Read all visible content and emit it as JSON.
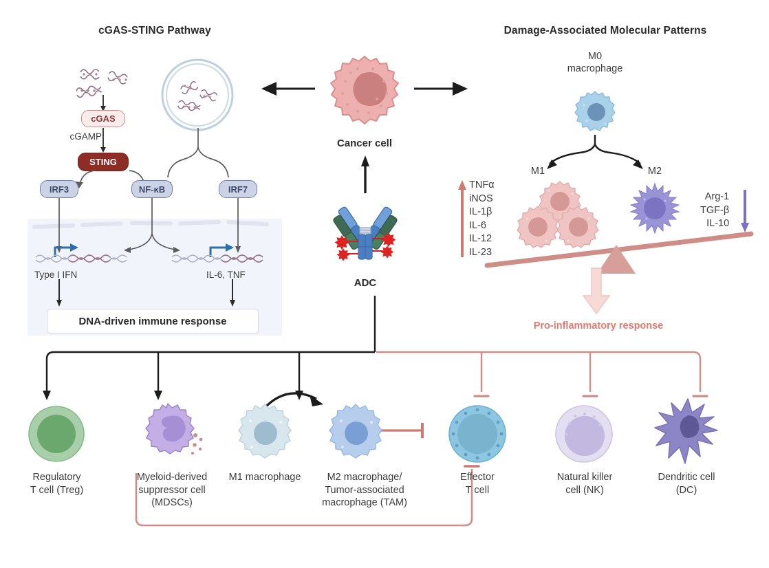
{
  "panels": {
    "left_title": "cGAS-STING Pathway",
    "right_title": "Damage-Associated Molecular Patterns"
  },
  "cgas_sting": {
    "cgas_label": "cGAS",
    "cgamp_label": "cGAMP",
    "sting_label": "STING",
    "tf_irf3": "IRF3",
    "tf_nfkb": "NF-κB",
    "tf_irf7": "IRF7",
    "gene_left": "Type I IFN",
    "gene_right": "IL-6, TNF",
    "outcome": "DNA-driven immune response",
    "colors": {
      "cgas_fill": "#fbecec",
      "cgas_stroke": "#c98f8f",
      "cgas_text": "#8c3a3a",
      "sting_fill": "#8e2c26",
      "sting_stroke": "#6f211c",
      "sting_text": "#ffffff",
      "tf_fill": "#ccd3e6",
      "tf_stroke": "#6f7fa8",
      "tf_text": "#3c4a6b",
      "panel_bg": "#f2f4fb",
      "dna_blue": "#2f6fa8"
    }
  },
  "center": {
    "cancer_cell_label": "Cancer cell",
    "adc_label": "ADC",
    "colors": {
      "cancer_fill": "#eeb0ae",
      "cancer_stroke": "#d98f8d",
      "cancer_nucleus": "#c9807f",
      "adc_blue": "#4b7fc4",
      "adc_blue_light": "#6fa0da",
      "adc_green": "#3f6b55",
      "adc_red": "#e02222"
    }
  },
  "damps": {
    "m0_label": "M0\nmacrophage",
    "m0_line1": "M0",
    "m0_line2": "macrophage",
    "m1_label": "M1",
    "m2_label": "M2",
    "up_list": [
      "TNFα",
      "iNOS",
      "IL-1β",
      "IL-6",
      "IL-12",
      "IL-23"
    ],
    "down_list": [
      "Arg-1",
      "TGF-β",
      "IL-10"
    ],
    "outcome": "Pro-inflammatory response",
    "colors": {
      "m0_fill": "#a9d2ea",
      "m0_nucleus": "#6d92b8",
      "m1_fill": "#f0c4c2",
      "m1_nucleus": "#d49896",
      "m2_fill": "#9a93d6",
      "m2_nucleus": "#7c74c2",
      "up_arrow": "#cc7a72",
      "down_arrow": "#7b73c0",
      "seesaw": "#cf8d88",
      "proinflam_text": "#e0796f"
    }
  },
  "immune_cells": [
    {
      "name": "treg",
      "label_lines": [
        "Regulatory",
        "T cell (Treg)"
      ],
      "fill": "#a8cfa9",
      "nucleus": "#6aa86d",
      "stroke": "#86bb88",
      "arrow": "black"
    },
    {
      "name": "mdsc",
      "label_lines": [
        "Myeloid-derived",
        "suppressor cell",
        "(MDSCs)"
      ],
      "fill": "#c3aee6",
      "nucleus": "#a68fd4",
      "stroke": "#9b86c9",
      "arrow": "black"
    },
    {
      "name": "m1-macrophage",
      "label_lines": [
        "M1 macrophage"
      ],
      "fill": "#d8e6ee",
      "nucleus": "#9dbccd",
      "stroke": "#bcd3de",
      "arrow": "black"
    },
    {
      "name": "m2-macrophage-tam",
      "label_lines": [
        "M2 macrophage/",
        "Tumor-associated",
        "macrophage (TAM)"
      ],
      "fill": "#b6cdec",
      "nucleus": "#7a9fd4",
      "stroke": "#9bb9e0",
      "arrow": "none"
    },
    {
      "name": "effector-t-cell",
      "label_lines": [
        "Effector",
        "T cell"
      ],
      "fill": "#8cc6e0",
      "nucleus": "#79b3ce",
      "stroke": "#6fb1d0",
      "arrow": "red-inhibit"
    },
    {
      "name": "nk-cell",
      "label_lines": [
        "Natural killer",
        "cell (NK)"
      ],
      "fill": "#e4dff0",
      "nucleus": "#c3b8df",
      "stroke": "#cdc5e2",
      "arrow": "red-inhibit"
    },
    {
      "name": "dendritic-cell",
      "label_lines": [
        "Dendritic cell",
        "(DC)"
      ],
      "fill": "#8d86c6",
      "nucleus": "#5f5897",
      "stroke": "#7a73b6",
      "arrow": "red-inhibit"
    }
  ],
  "connector_colors": {
    "black": "#1c1c1c",
    "red": "#d08e88",
    "inhibit_red": "#cc7a72"
  }
}
